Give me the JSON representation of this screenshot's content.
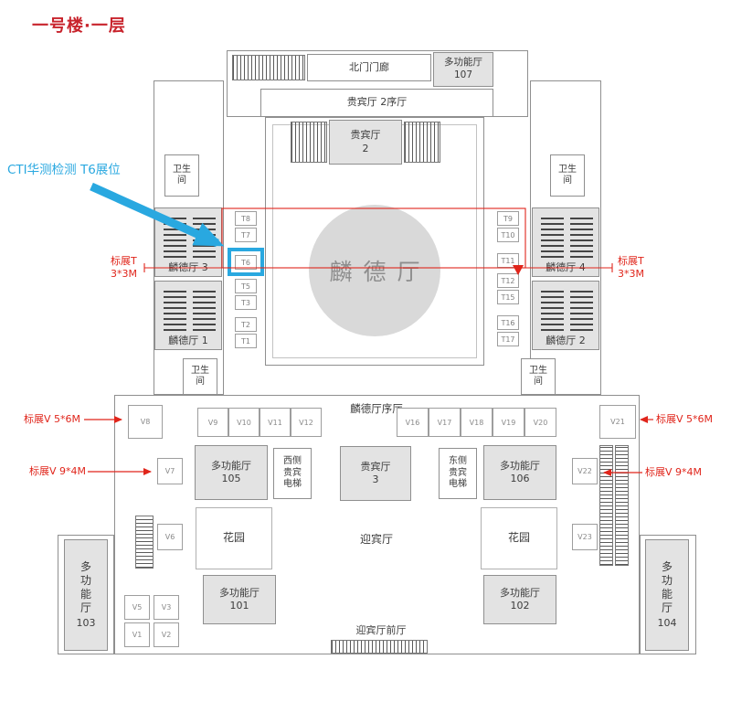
{
  "colors": {
    "title_red": "#c8232c",
    "annotation_red": "#e0251b",
    "callout_blue": "#29a8e0",
    "room_fill": "#e3e3e3",
    "circle_fill": "#d9d9d9"
  },
  "header": {
    "title": "一号楼·一层"
  },
  "callout": {
    "label": "CTI华测检测 T6展位"
  },
  "annotations": {
    "t_booth_left": "标展T\n3*3M",
    "t_booth_right": "标展T\n3*3M",
    "v56_left": "标展V 5*6M",
    "v56_right": "标展V 5*6M",
    "v94_left": "标展V 9*4M",
    "v94_right": "标展V 9*4M"
  },
  "rooms": {
    "north_porch": "北门门廊",
    "hall_107": {
      "name": "多功能厅",
      "num": "107"
    },
    "vip2_foyer": "贵宾厅 2序厅",
    "vip_2": {
      "name": "贵宾厅",
      "num": "2"
    },
    "restroom": "卫生间",
    "linde_hall": "麟德厅",
    "linde_3": "麟德厅 3",
    "linde_1": "麟德厅 1",
    "linde_4": "麟德厅 4",
    "linde_2": "麟德厅 2",
    "linde_foyer": "麟德厅序厅",
    "hall_105": {
      "name": "多功能厅",
      "num": "105"
    },
    "west_elevator": "西侧贵宾电梯",
    "vip_3": {
      "name": "贵宾厅",
      "num": "3"
    },
    "east_elevator": "东侧贵宾电梯",
    "hall_106": {
      "name": "多功能厅",
      "num": "106"
    },
    "garden": "花园",
    "welcome_hall": "迎宾厅",
    "hall_101": {
      "name": "多功能厅",
      "num": "101"
    },
    "hall_102": {
      "name": "多功能厅",
      "num": "102"
    },
    "welcome_foyer": "迎宾厅前厅",
    "hall_103": {
      "name": "多功能厅",
      "num": "103"
    },
    "hall_104": {
      "name": "多功能厅",
      "num": "104"
    }
  },
  "booths": {
    "t_left": [
      "T8",
      "T7",
      "T6",
      "T5",
      "T3",
      "T2",
      "T1"
    ],
    "t_right": [
      "T9",
      "T10",
      "T11",
      "T12",
      "T15",
      "T16",
      "T17"
    ],
    "v_left_block": "V8",
    "v_row_west": [
      "V9",
      "V10",
      "V11",
      "V12"
    ],
    "v_row_east": [
      "V16",
      "V17",
      "V18",
      "V19",
      "V20"
    ],
    "v_right_block": "V21",
    "v7": "V7",
    "v6": "V6",
    "v22": "V22",
    "v23": "V23",
    "v_grid": [
      "V5",
      "V3",
      "V1",
      "V2"
    ]
  },
  "highlight": {
    "booth": "T6"
  }
}
